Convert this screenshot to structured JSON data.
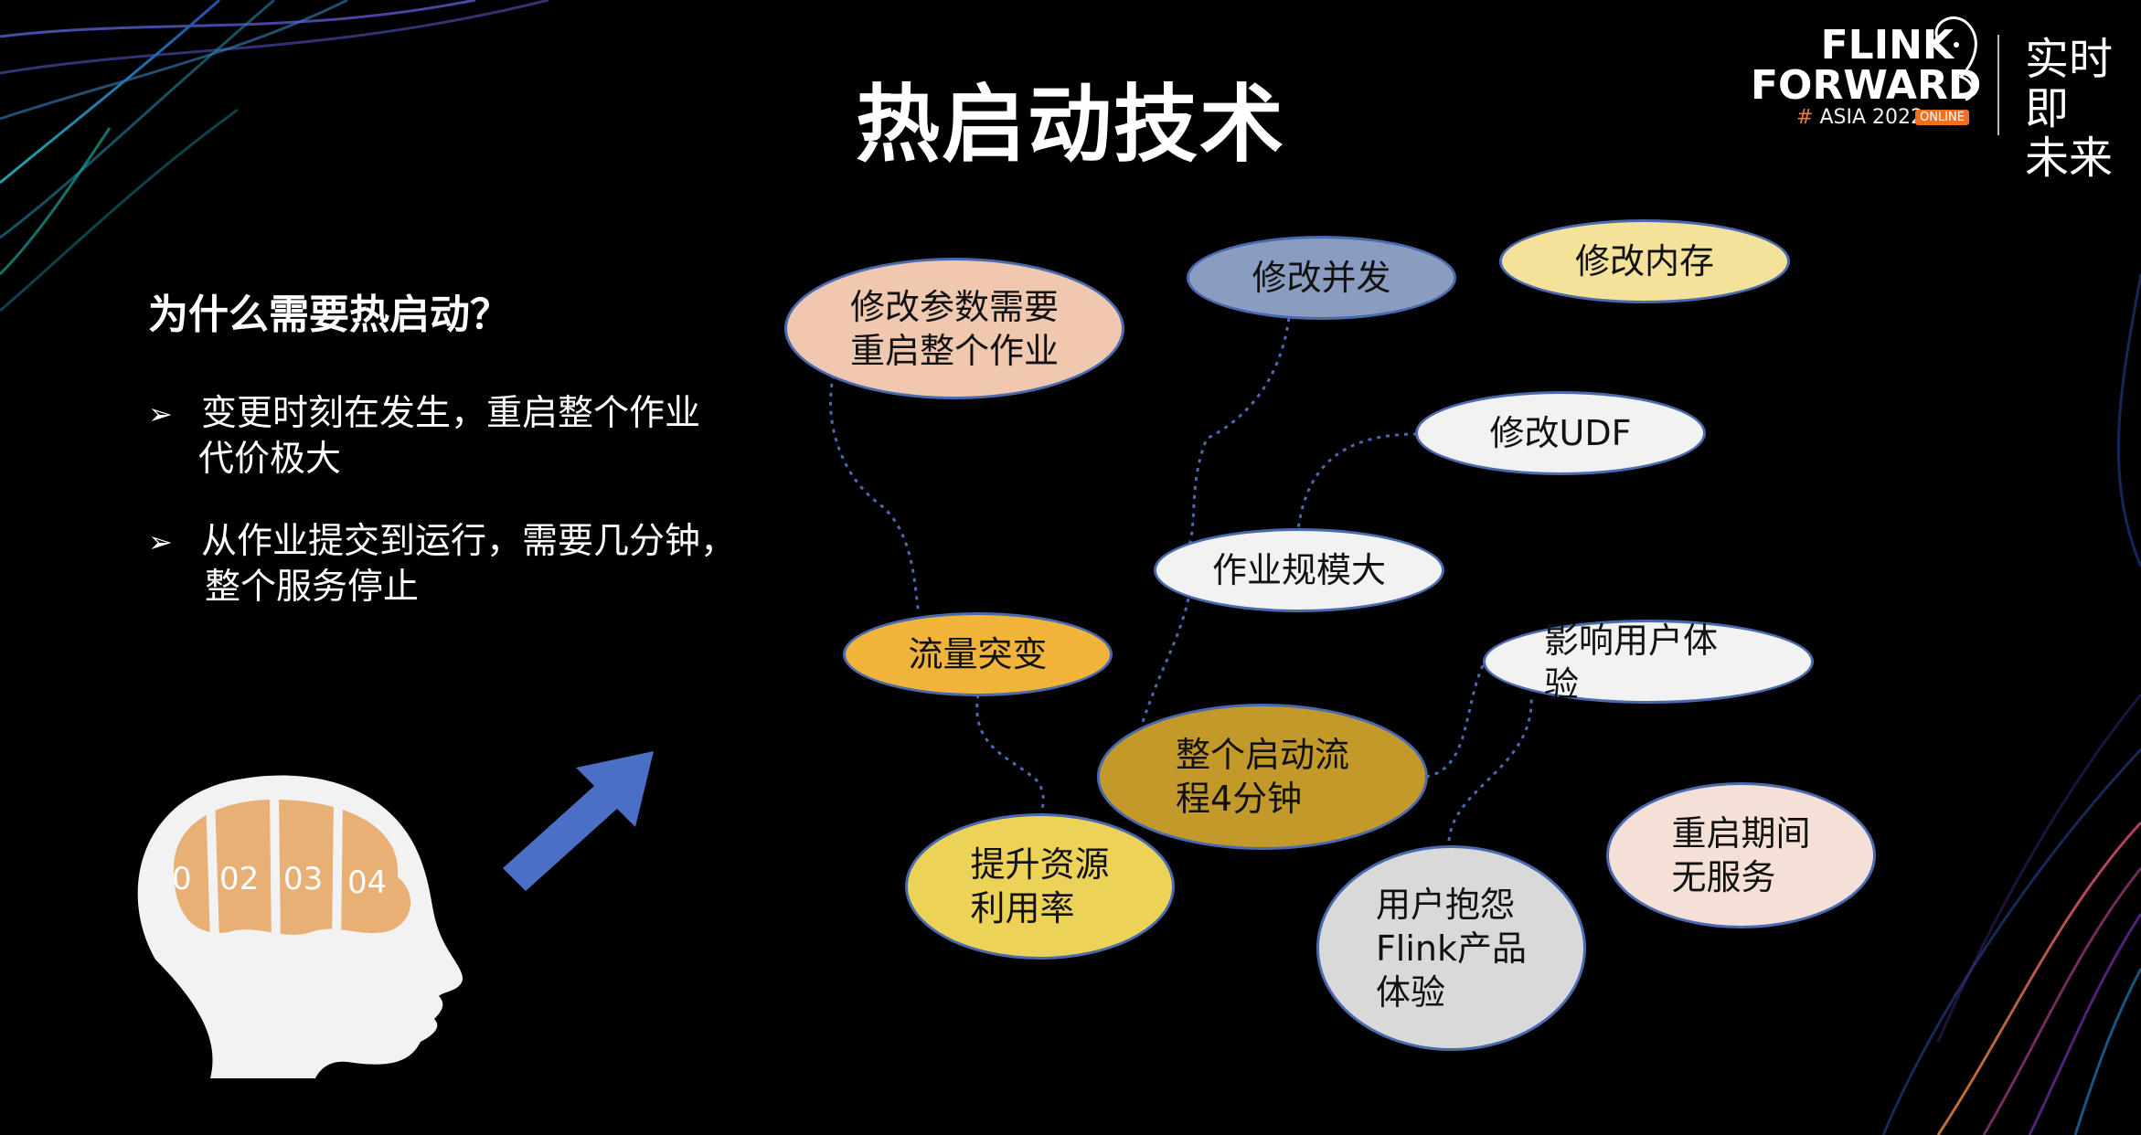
{
  "title": "热启动技术",
  "logo": {
    "line1": "FLINK",
    "line2": "FORWARD",
    "hash": "#",
    "event": "ASIA 2022",
    "badge": "ONLINE",
    "cn_line1": "实时即",
    "cn_line2": "未来"
  },
  "left": {
    "question": "为什么需要热启动？",
    "bullet_symbol": "➢",
    "bullets": [
      {
        "line1": "变更时刻在发生，重启整个作业",
        "line2": "代价极大"
      },
      {
        "line1": "从作业提交到运行，需要几分钟，",
        "line2": "整个服务停止"
      }
    ],
    "brain_labels": [
      "0",
      "02",
      "03",
      "04"
    ]
  },
  "bubbles": {
    "modify_params": {
      "line1": "修改参数需要",
      "line2": "重启整个作业"
    },
    "modify_parallel": "修改并发",
    "modify_memory": "修改内存",
    "modify_udf": "修改UDF",
    "job_scale": "作业规模大",
    "traffic_burst": "流量突变",
    "user_experience": {
      "line1": "影响用户体",
      "line2": "验"
    },
    "startup_time": {
      "line1": "整个启动流",
      "line2": "程4分钟"
    },
    "resource_util": {
      "line1": "提升资源",
      "line2": "利用率"
    },
    "no_service": {
      "line1": "重启期间",
      "line2": "无服务"
    },
    "user_complaint": {
      "line1": "用户抱怨",
      "line2": "Flink产品",
      "line3": "体验"
    }
  },
  "colors": {
    "background": "#000000",
    "bubble_border": "#4a6ab0",
    "params": "#f0c8b0",
    "parallel": "#8a9cbf",
    "memory": "#f4e29a",
    "white": "#f2f2f2",
    "traffic": "#f0b43a",
    "startup": "#c39a2a",
    "resource": "#ecd358",
    "no_service": "#f4e0d6",
    "complaint": "#d9d9d9",
    "arrow": "#4a6fc4",
    "brain": "#e8b074"
  }
}
